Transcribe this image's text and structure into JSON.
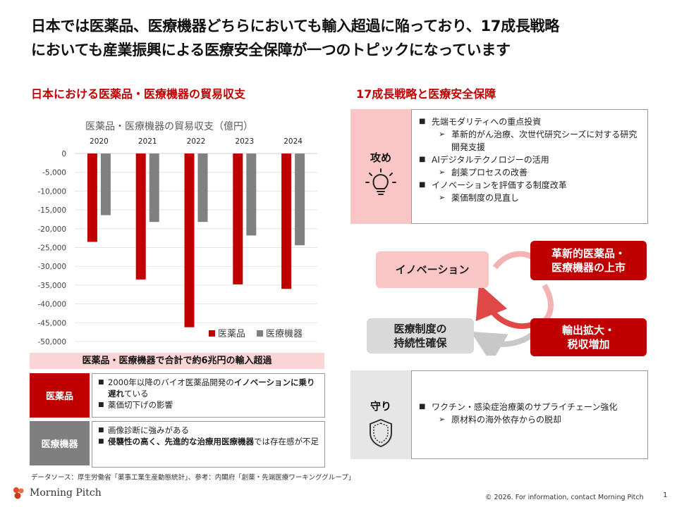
{
  "title": {
    "line1": "日本では医薬品、医療機器どちらにおいても輸入超過に陥っており、17成長戦略",
    "line2": "においても産業振興による医療安全保障が一つのトピックになっています"
  },
  "left_heading": "日本における医薬品・医療機器の貿易収支",
  "right_heading": "17成長戦略と医療安全保障",
  "chart_data": {
    "type": "bar",
    "title": "医薬品・医療機器の貿易収支（億円）",
    "categories": [
      "2020",
      "2021",
      "2022",
      "2023",
      "2024"
    ],
    "series": [
      {
        "name": "医薬品",
        "values": [
          -23500,
          -33500,
          -46200,
          -34800,
          -36000
        ],
        "color": "#c00000"
      },
      {
        "name": "医療機器",
        "values": [
          -16400,
          -18200,
          -18200,
          -21800,
          -24400
        ],
        "color": "#808080"
      }
    ],
    "ylim": [
      -50000,
      0
    ],
    "yticks": [
      0,
      -5000,
      -10000,
      -15000,
      -20000,
      -25000,
      -30000,
      -35000,
      -40000,
      -45000,
      -50000
    ],
    "ytick_labels": [
      "0",
      "-5,000",
      "-10,000",
      "-15,000",
      "-20,000",
      "-25,000",
      "-30,000",
      "-35,000",
      "-40,000",
      "-45,000",
      "-50,000"
    ],
    "legend": "bottom-right",
    "grid": true
  },
  "banner": "医薬品・医療機器で合計で約6兆円の輸入超過",
  "drugs": {
    "label": "医薬品",
    "b1_pre": "2000年以降のバイオ医薬品開発の",
    "b1_bold": "イノベーションに乗り遅れ",
    "b1_post": "ている",
    "b2": "薬価切下げの影響"
  },
  "devices": {
    "label": "医療機器",
    "b1": "画像診断に強みがある",
    "b2_bold": "侵襲性の高く、先進的な治療用医療機器",
    "b2_post": "では存在感が不足"
  },
  "source": "データソース：厚生労働省「薬事工業生産動態統計」、参考：内閣府「創薬・先端医療ワーキンググループ」",
  "attack": {
    "label": "攻め",
    "items": [
      {
        "level": 1,
        "text": "先端モダリティへの重点投資"
      },
      {
        "level": 2,
        "text": "革新的がん治療、次世代研究シーズに対する研究開発支援"
      },
      {
        "level": 1,
        "text": "AIデジタルテクノロジーの活用"
      },
      {
        "level": 2,
        "text": "創薬プロセスの改善"
      },
      {
        "level": 1,
        "text": "イノベーションを評価する制度改革"
      },
      {
        "level": 2,
        "text": "薬価制度の見直し"
      }
    ]
  },
  "defense": {
    "label": "守り",
    "items": [
      {
        "level": 1,
        "text": "ワクチン・感染症治療薬のサプライチェーン強化"
      },
      {
        "level": 2,
        "text": "原材料の海外依存からの脱却"
      }
    ]
  },
  "cycle": {
    "innovation": "イノベーション",
    "launch_1": "革新的医薬品・",
    "launch_2": "医療機器の上市",
    "export_1": "輸出拡大・",
    "export_2": "税収増加",
    "system_1": "医療制度の",
    "system_2": "持続性確保"
  },
  "footer": "© 2026. For information, contact Morning Pitch",
  "page_number": "1",
  "logo_text": "Morning Pitch",
  "icons": {
    "attack": "lightbulb-icon",
    "defense": "shield-icon",
    "logo": "morning-pitch-logo-icon"
  }
}
